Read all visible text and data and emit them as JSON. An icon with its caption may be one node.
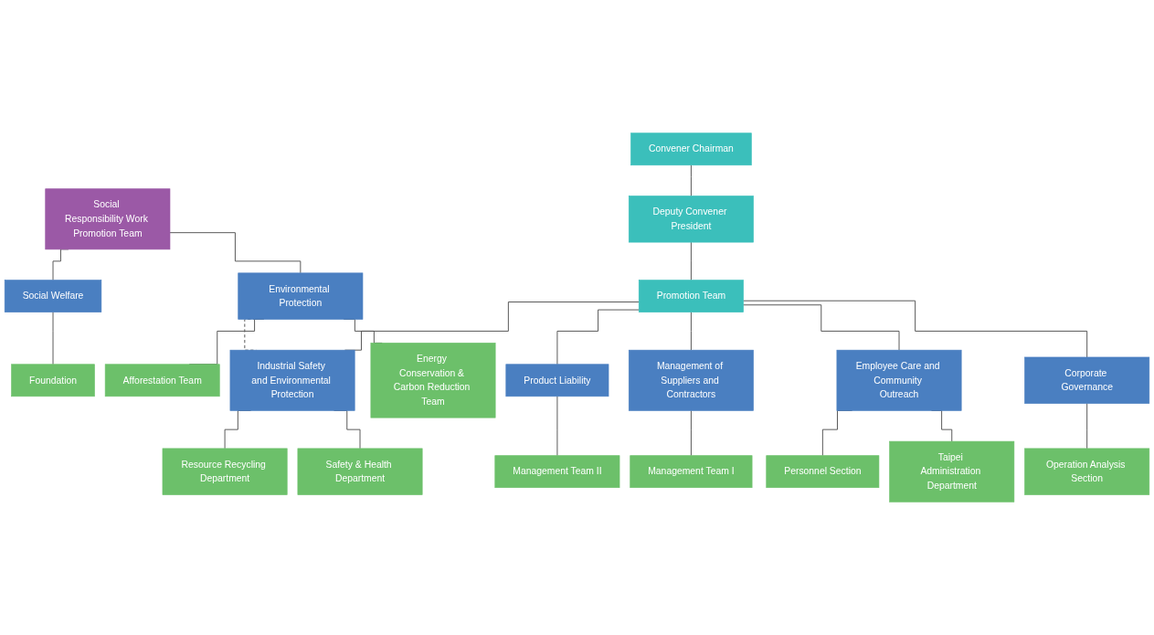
{
  "diagram": {
    "nodes": [
      {
        "text": [
          "Social Responsibility Work Promotion Team"
        ]
      },
      {
        "text": [
          "Convener Chairman"
        ]
      },
      {
        "text": [
          "Deputy Convener President"
        ]
      },
      {
        "text": [
          "Promotion Team"
        ]
      },
      {
        "text": [
          "Social Welfare"
        ]
      },
      {
        "text": [
          "Environmental Protection"
        ]
      },
      {
        "text": [
          "Industrial Safety and Environmental Protection"
        ]
      },
      {
        "text": [
          "Product Liability"
        ]
      },
      {
        "text": [
          "Management of Suppliers and Contractors"
        ]
      },
      {
        "text": [
          "Employee Care and Community Outreach"
        ]
      },
      {
        "text": [
          "Corporate Governance"
        ]
      },
      {
        "text": [
          "Foundation"
        ]
      },
      {
        "text": [
          "Afforestation Team"
        ]
      },
      {
        "text": [
          "Energy Conservation & Carbon Reduction Team"
        ]
      },
      {
        "text": [
          "Resource Recycling Department"
        ]
      },
      {
        "text": [
          "Safety & Health Department"
        ]
      },
      {
        "text": [
          "Management Team II"
        ]
      },
      {
        "text": [
          "Management Team I"
        ]
      },
      {
        "text": [
          "Personnel Section"
        ]
      },
      {
        "text": [
          "Taipei Administration Department"
        ]
      },
      {
        "text": [
          "Operation Analysis Section"
        ]
      }
    ],
    "edges": [
      {
        "from": 0,
        "to": 4,
        "arrow": "none"
      },
      {
        "from": 0,
        "to": 5,
        "arrow": "none"
      },
      {
        "from": 1,
        "to": 2,
        "arrow": "none"
      },
      {
        "from": 2,
        "to": 3,
        "arrow": "none"
      },
      {
        "from": 3,
        "to": 6,
        "arrow": "none"
      },
      {
        "from": 3,
        "to": 7,
        "arrow": "none"
      },
      {
        "from": 3,
        "to": 8,
        "arrow": "none"
      },
      {
        "from": 3,
        "to": 9,
        "arrow": "none"
      },
      {
        "from": 3,
        "to": 10,
        "arrow": "none"
      },
      {
        "from": 5,
        "to": 6,
        "arrow": "none",
        "style": "dashed"
      },
      {
        "from": 4,
        "to": 11,
        "arrow": "none"
      },
      {
        "from": 5,
        "to": 12,
        "arrow": "none"
      },
      {
        "from": 5,
        "to": 13,
        "arrow": "none"
      },
      {
        "from": 6,
        "to": 14,
        "arrow": "none"
      },
      {
        "from": 6,
        "to": 15,
        "arrow": "none"
      },
      {
        "from": 7,
        "to": 16,
        "arrow": "none"
      },
      {
        "from": 8,
        "to": 17,
        "arrow": "none"
      },
      {
        "from": 9,
        "to": 18,
        "arrow": "none"
      },
      {
        "from": 9,
        "to": 19,
        "arrow": "none"
      },
      {
        "from": 10,
        "to": 20,
        "arrow": "none"
      }
    ]
  }
}
